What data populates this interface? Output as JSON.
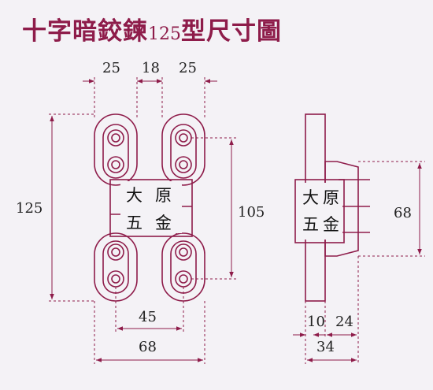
{
  "title": {
    "zh_left": "十字暗鉸鍊",
    "model": "125",
    "zh_right": "型尺寸圖"
  },
  "dimensions": {
    "top_left_width": "25",
    "top_gap": "18",
    "top_right_width": "25",
    "overall_height": "125",
    "hole_spacing": "105",
    "hole_center_width": "45",
    "overall_width": "68",
    "side_height": "68",
    "side_plate": "10",
    "side_depth": "24",
    "side_total": "34"
  },
  "brand": {
    "char1": "大",
    "char2": "原",
    "char3": "五",
    "char4": "金"
  },
  "colors": {
    "line": "#8e1c4a",
    "background": "#f4f2f6",
    "text": "#222222"
  }
}
